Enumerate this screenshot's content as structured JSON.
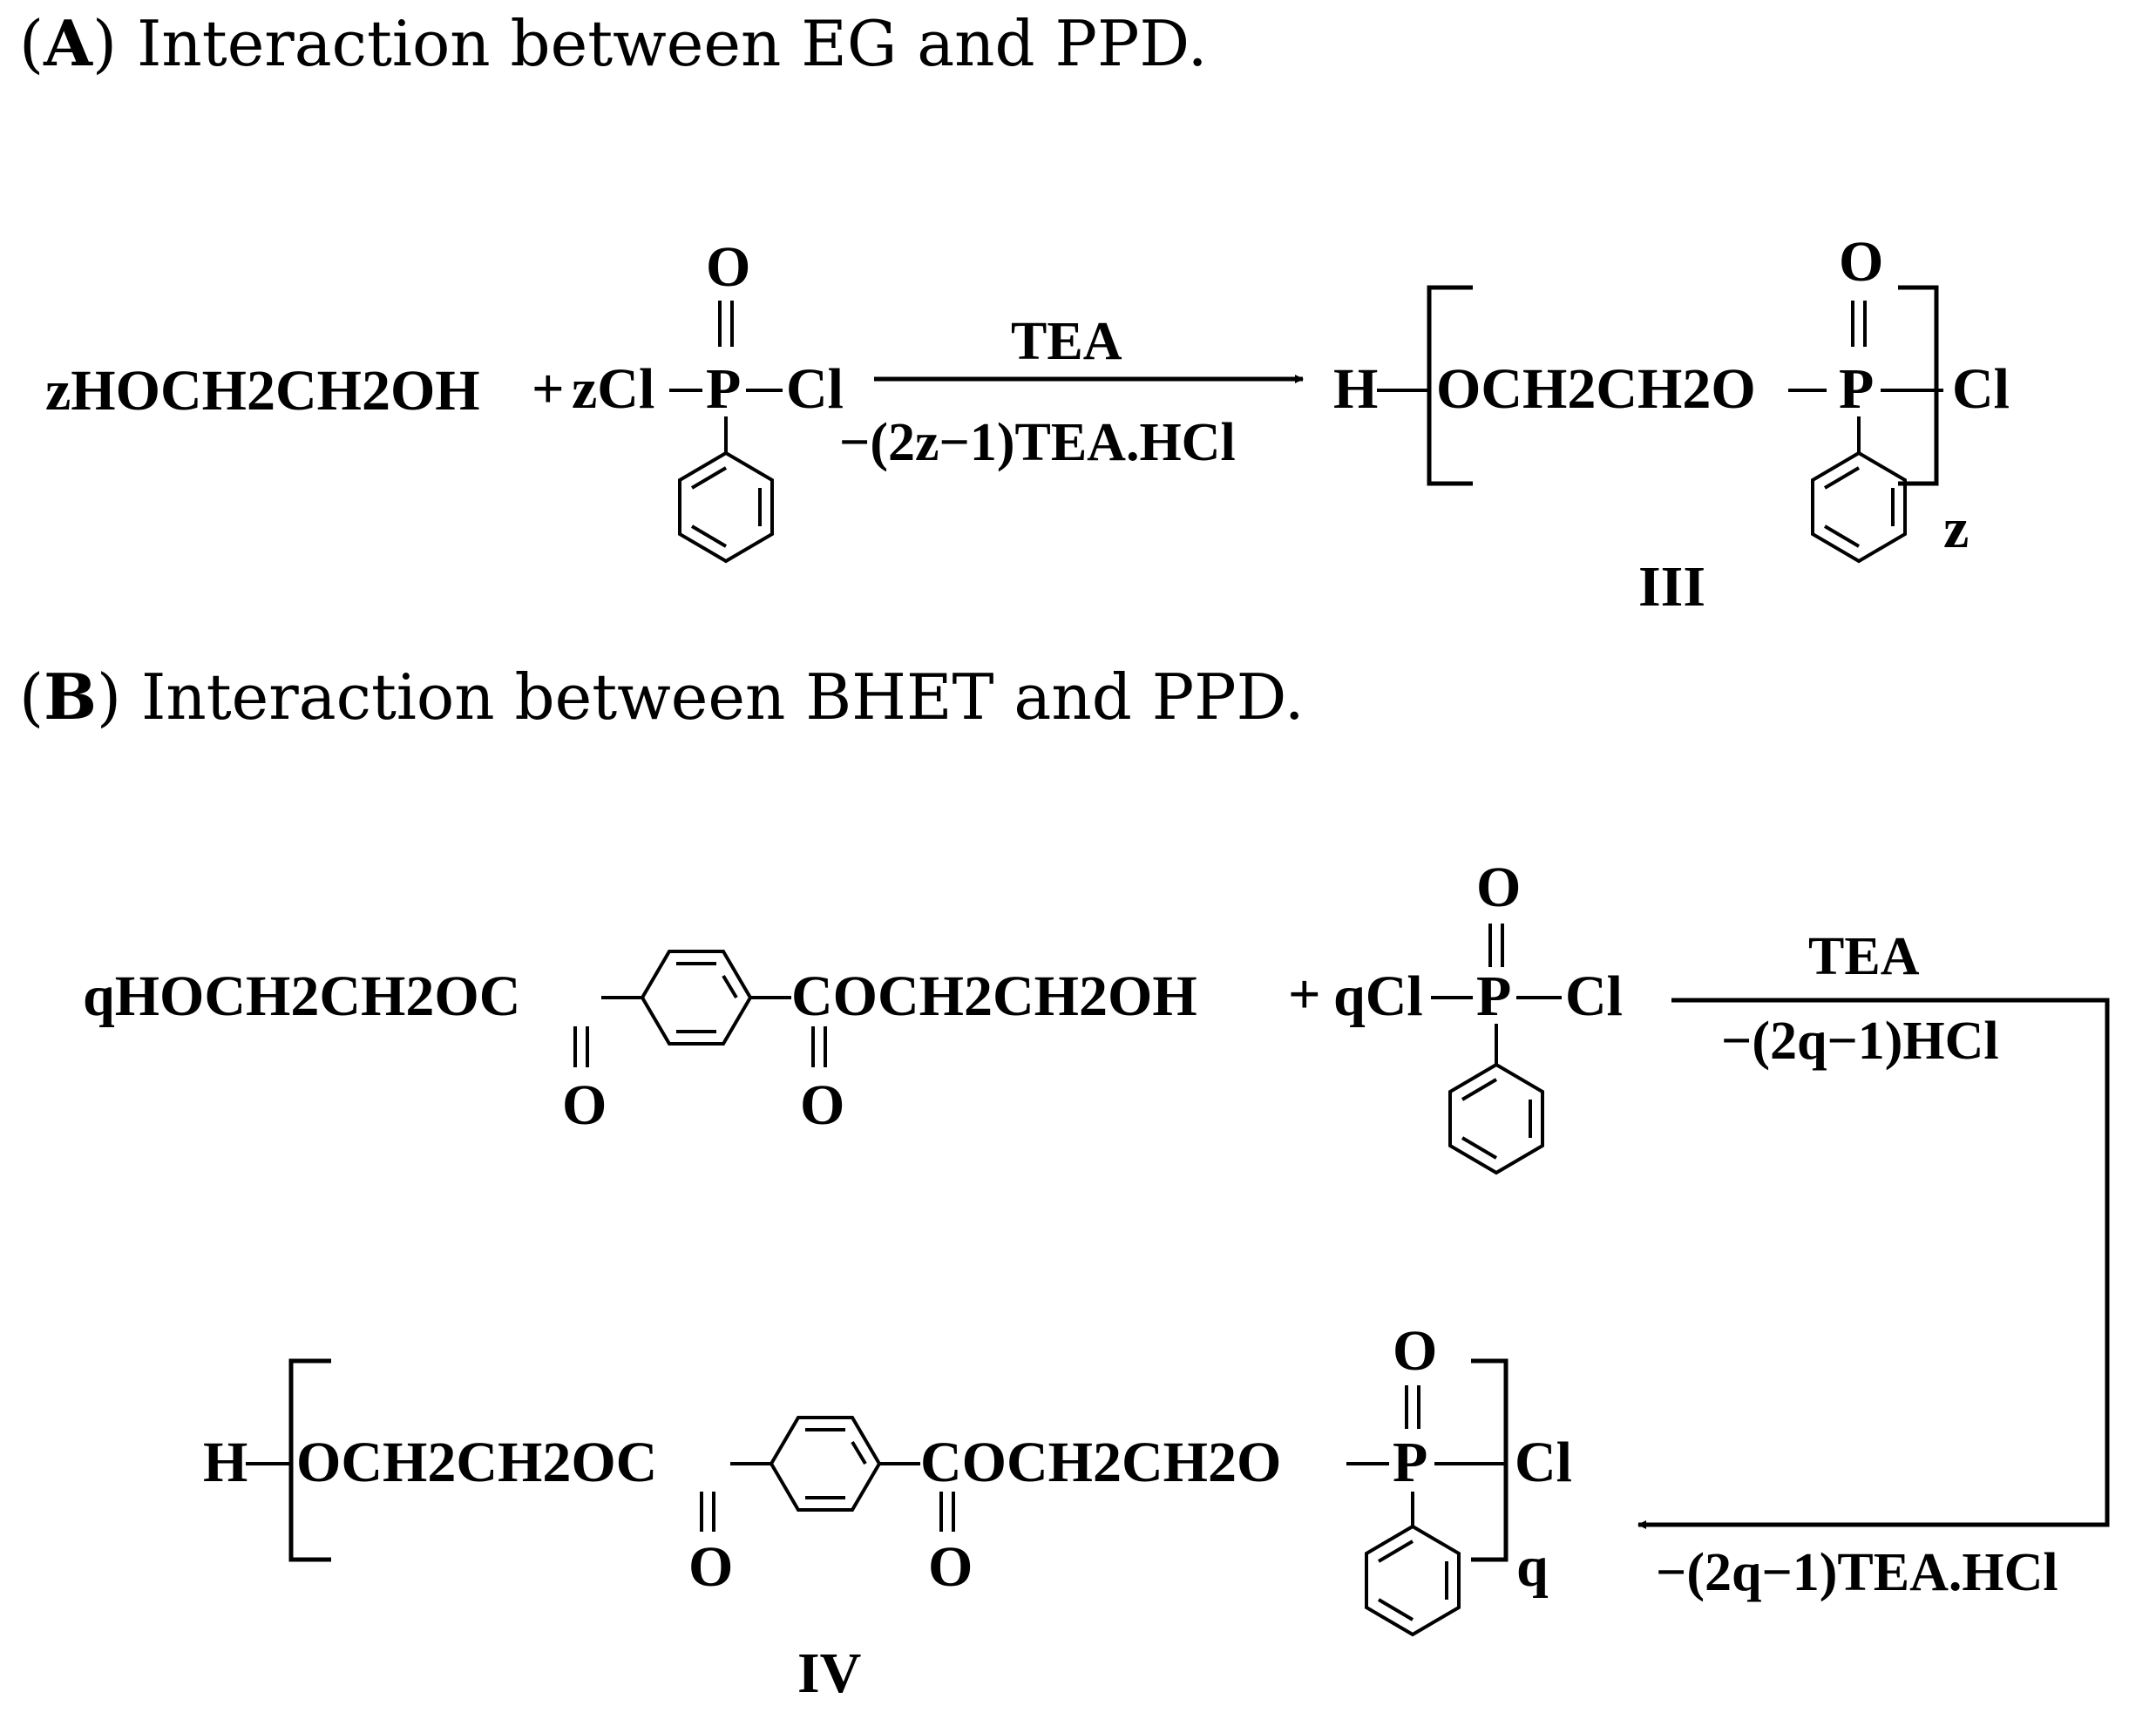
{
  "captions": {
    "a": {
      "letter": "A",
      "text": "Interaction between EG and PPD."
    },
    "b": {
      "letter": "B",
      "text": "Interaction between BHET and PPD."
    }
  },
  "reaction_a": {
    "diol": "zHOCH2CH2OH",
    "plus": "+",
    "reagent_prefix": "zCl",
    "phosphorus": "P",
    "chlorine": "Cl",
    "oxygen": "O",
    "arrow_top": "TEA",
    "arrow_bottom": "−(2z−1)TEA.HCl",
    "product_h": "H",
    "product_chain": "OCH2CH2O",
    "product_p": "P",
    "product_cl": "Cl",
    "product_o": "O",
    "subscript": "z",
    "compound_label": "III"
  },
  "reaction_b": {
    "left_part": "qHOCH2CH2OC",
    "right_part": "COCH2CH2OH",
    "plus": "+",
    "reagent_prefix": "qCl",
    "phosphorus": "P",
    "chlorine": "Cl",
    "oxygen": "O",
    "arrow_top": "TEA",
    "arrow_mid": "−(2q−1)HCl",
    "arrow_bottom": "−(2q−1)TEA.HCl",
    "product_h": "H",
    "product_left": "OCH2CH2OC",
    "product_right": "COCH2CH2O",
    "product_p": "P",
    "product_cl": "Cl",
    "product_o": "O",
    "subscript": "q",
    "compound_label": "IV"
  }
}
